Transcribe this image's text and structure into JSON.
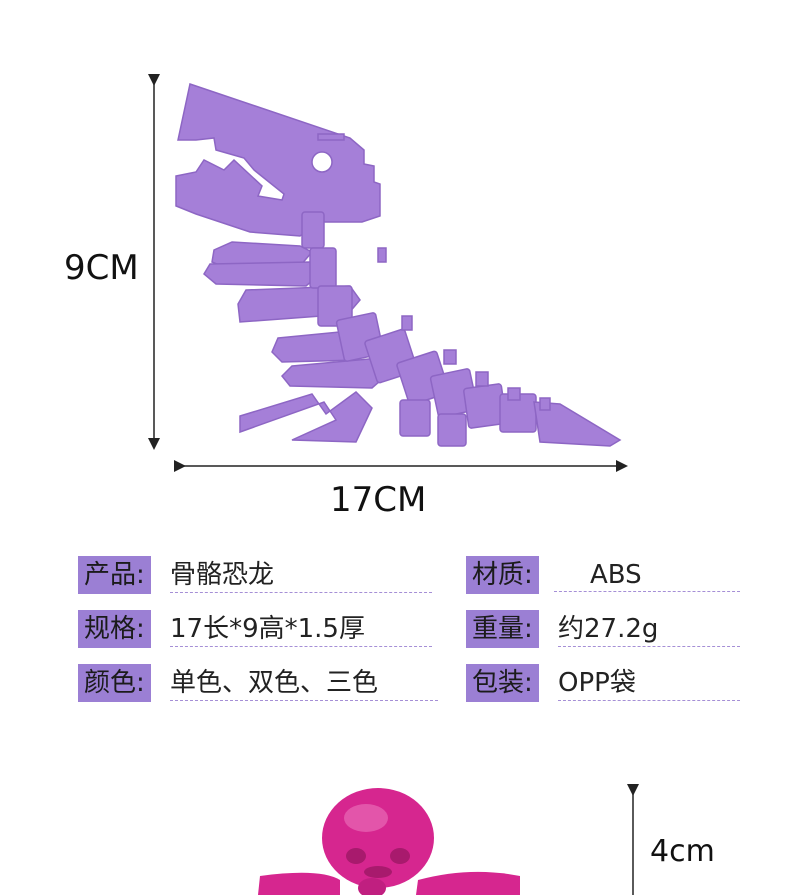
{
  "dimensions": {
    "height": "9CM",
    "length": "17CM",
    "octopus_height": "4cm"
  },
  "specs": {
    "product_label": "产品:",
    "product_value": "骨骼恐龙",
    "size_label": "规格:",
    "size_value": "17长*9高*1.5厚",
    "color_label": "颜色:",
    "color_value": "单色、双色、三色",
    "material_label": "材质:",
    "material_value": "ABS",
    "weight_label": "重量:",
    "weight_value": "约27.2g",
    "packaging_label": "包装:",
    "packaging_value": "OPP袋"
  },
  "colors": {
    "dino": "#a57fd8",
    "dino_shadow": "#8d66c4",
    "label_bg": "#9b7fd4",
    "octopus": "#d6268f"
  }
}
